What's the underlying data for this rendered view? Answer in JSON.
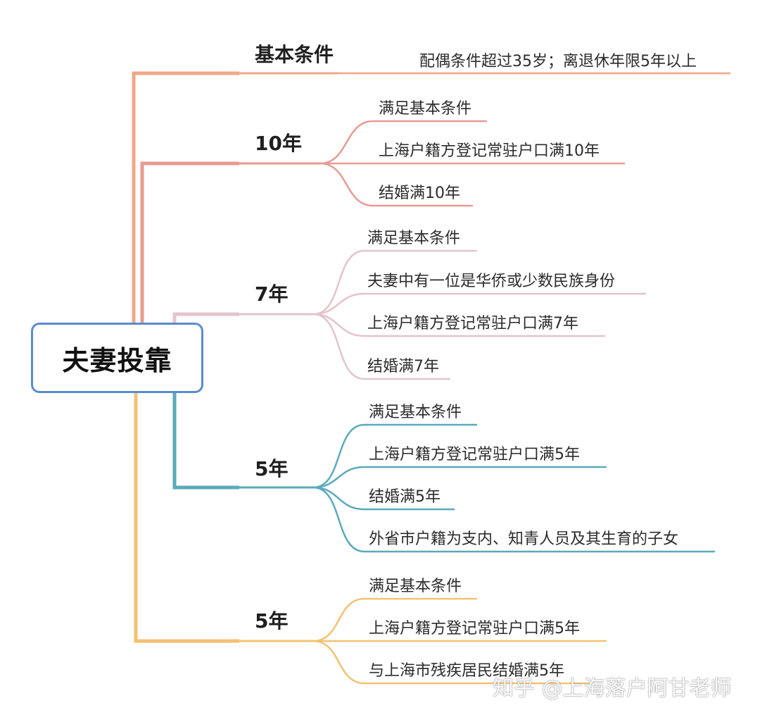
{
  "root": {
    "label": "夫妻投靠"
  },
  "branches": [
    {
      "label": "基本条件",
      "color": "#f0a787",
      "items": [
        "配偶条件超过35岁；离退休年限5年以上"
      ]
    },
    {
      "label": "10年",
      "color": "#e89a94",
      "items": [
        "满足基本条件",
        "上海户籍方登记常驻户口满10年",
        "结婚满10年"
      ]
    },
    {
      "label": "7年",
      "color": "#e3c4cc",
      "items": [
        "满足基本条件",
        "夫妻中有一位是华侨或少数民族身份",
        "上海户籍方登记常驻户口满7年",
        "结婚满7年"
      ]
    },
    {
      "label": "5年",
      "color": "#5aaabb",
      "items": [
        "满足基本条件",
        "上海户籍方登记常驻户口满5年",
        "结婚满5年",
        "外省市户籍为支内、知青人员及其生育的子女"
      ]
    },
    {
      "label": "5年",
      "color": "#f4c171",
      "items": [
        "满足基本条件",
        "上海户籍方登记常驻户口满5年",
        "与上海市残疾居民结婚满5年"
      ]
    }
  ],
  "watermark": "知乎 @上海落户阿甘老师"
}
